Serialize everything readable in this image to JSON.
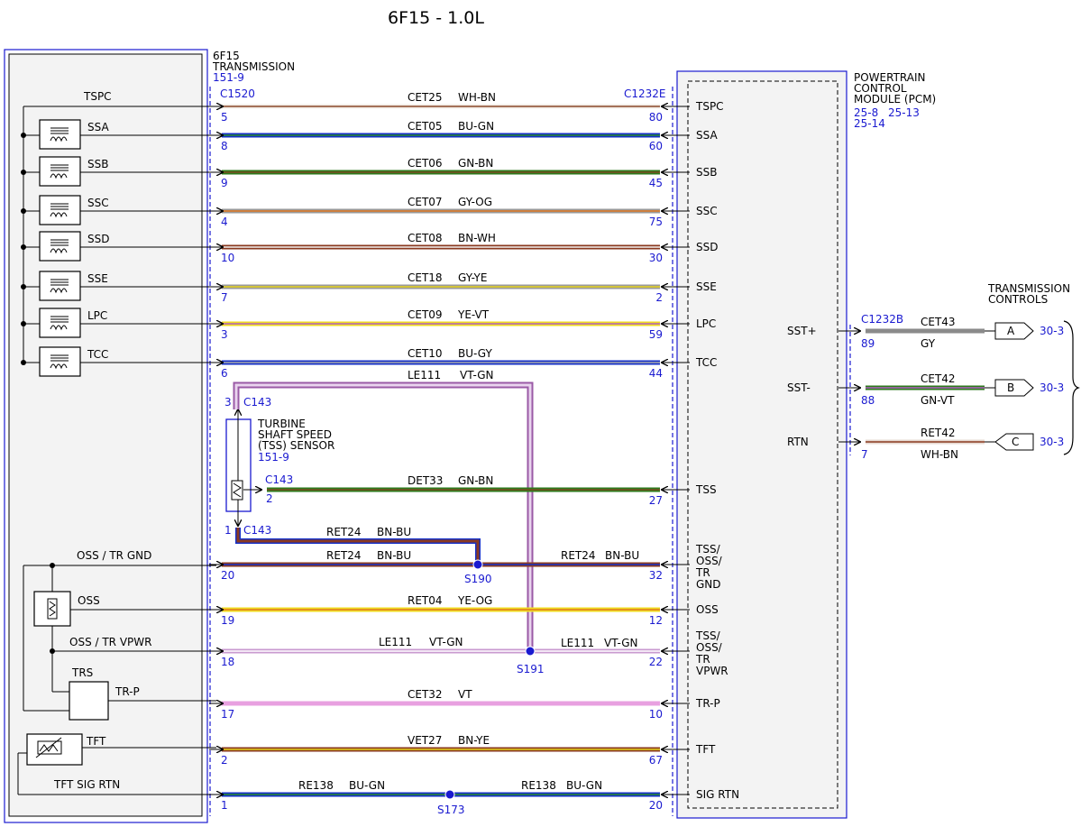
{
  "title": "6F15 - 1.0L",
  "transmission": {
    "name_line1": "6F15",
    "name_line2": "TRANSMISSION",
    "ref": "151-9",
    "connector": "C1520"
  },
  "pcm": {
    "name_line1": "POWERTRAIN",
    "name_line2": "CONTROL",
    "name_line3": "MODULE (PCM)",
    "ref1": "25-8",
    "ref2": "25-13",
    "ref3": "25-14",
    "connector": "C1232E"
  },
  "solenoids": [
    {
      "label": "SSA"
    },
    {
      "label": "SSB"
    },
    {
      "label": "SSC"
    },
    {
      "label": "SSD"
    },
    {
      "label": "SSE"
    },
    {
      "label": "LPC"
    },
    {
      "label": "TCC"
    }
  ],
  "left_labels": {
    "tspc": "TSPC",
    "oss_tr_gnd": "OSS / TR GND",
    "oss": "OSS",
    "oss_tr_vpwr": "OSS / TR VPWR",
    "trs": "TRS",
    "tr_p": "TR-P",
    "tft": "TFT",
    "tft_sig_rtn": "TFT SIG RTN"
  },
  "circuits": [
    {
      "circuit": "CET25",
      "color": "WH-BN",
      "pin_left": "5",
      "pin_right": "80",
      "pcm_label": "TSPC",
      "fill": "#f2ece6",
      "stripe": "#8a4a2a"
    },
    {
      "circuit": "CET05",
      "color": "BU-GN",
      "pin_left": "8",
      "pin_right": "60",
      "pcm_label": "SSA",
      "fill": "#1530c8",
      "stripe": "#2a8a2a"
    },
    {
      "circuit": "CET06",
      "color": "GN-BN",
      "pin_left": "9",
      "pin_right": "45",
      "pcm_label": "SSB",
      "fill": "#2e7a1c",
      "stripe": "#7a4a20"
    },
    {
      "circuit": "CET07",
      "color": "GY-OG",
      "pin_left": "4",
      "pin_right": "75",
      "pcm_label": "SSC",
      "fill": "#9a9a9a",
      "stripe": "#e07820"
    },
    {
      "circuit": "CET08",
      "color": "BN-WH",
      "pin_left": "10",
      "pin_right": "30",
      "pcm_label": "SSD",
      "fill": "#8a3a20",
      "stripe": "#f4f4f4"
    },
    {
      "circuit": "CET18",
      "color": "GY-YE",
      "pin_left": "7",
      "pin_right": "2",
      "pcm_label": "SSE",
      "fill": "#9a9a9a",
      "stripe": "#e6d21a"
    },
    {
      "circuit": "CET09",
      "color": "YE-VT",
      "pin_left": "3",
      "pin_right": "59",
      "pcm_label": "LPC",
      "fill": "#f0dc20",
      "stripe": "#b060c0"
    },
    {
      "circuit": "CET10",
      "color": "BU-GY",
      "pin_left": "6",
      "pin_right": "44",
      "pcm_label": "TCC",
      "fill": "#1530c8",
      "stripe": "#aaaaaa"
    },
    {
      "circuit": "DET33",
      "color": "GN-BN",
      "pin_left": "2",
      "pin_right": "27",
      "pcm_label": "TSS",
      "fill": "#2e7a1c",
      "stripe": "#7a4a20"
    },
    {
      "circuit": "RET24",
      "color": "BN-BU",
      "pin_left": "20",
      "pin_right": "32",
      "pcm_label": "TSS/ OSS/ TR GND",
      "fill": "#8a3a20",
      "stripe": "#1530c8"
    },
    {
      "circuit": "RET04",
      "color": "YE-OG",
      "pin_left": "19",
      "pin_right": "12",
      "pcm_label": "OSS",
      "fill": "#f0dc20",
      "stripe": "#e07820"
    },
    {
      "circuit": "LE111",
      "color": "VT-GN",
      "pin_left": "18",
      "pin_right": "22",
      "pcm_label": "TSS/ OSS/ TR VPWR",
      "fill": "#c99ad0",
      "stripe": "#ffffff"
    },
    {
      "circuit": "CET32",
      "color": "VT",
      "pin_left": "17",
      "pin_right": "10",
      "pcm_label": "TR-P",
      "fill": "#e8a0e0",
      "stripe": "#e8a0e0"
    },
    {
      "circuit": "VET27",
      "color": "BN-YE",
      "pin_left": "2",
      "pin_right": "67",
      "pcm_label": "TFT",
      "fill": "#8a3a20",
      "stripe": "#e6d21a"
    },
    {
      "circuit": "RE138",
      "color": "BU-GN",
      "pin_left": "1",
      "pin_right": "20",
      "pcm_label": "SIG RTN",
      "fill": "#1530c8",
      "stripe": "#2a8a2a"
    }
  ],
  "tss_sensor": {
    "line1": "TURBINE",
    "line2": "SHAFT SPEED",
    "line3": "(TSS) SENSOR",
    "ref": "151-9",
    "connector": "C143",
    "pin_top": "3",
    "pin_mid": "2",
    "pin_bot": "1",
    "vpwr_circuit": "LE111",
    "vpwr_color": "VT-GN",
    "gnd_circuit": "RET24",
    "gnd_color": "BN-BU"
  },
  "splices": {
    "s190": "S190",
    "s191": "S191",
    "s173": "S173"
  },
  "splice_right_labels": {
    "s190_circuit": "RET24",
    "s190_color": "BN-BU",
    "s191_circuit": "LE111",
    "s191_color": "VT-GN",
    "s173_circuit": "RE138",
    "s173_color": "BU-GN"
  },
  "transmission_controls": {
    "title_line1": "TRANSMISSION",
    "title_line2": "CONTROLS",
    "connector": "C1232B",
    "outputs": [
      {
        "pcm_label": "SST+",
        "pin": "89",
        "circuit": "CET43",
        "color": "GY",
        "letter": "A",
        "ref": "30-3"
      },
      {
        "pcm_label": "SST-",
        "pin": "88",
        "circuit": "CET42",
        "color": "GN-VT",
        "letter": "B",
        "ref": "30-3"
      },
      {
        "pcm_label": "RTN",
        "pin": "7",
        "circuit": "RET42",
        "color": "WH-BN",
        "letter": "C",
        "ref": "30-3"
      }
    ]
  }
}
